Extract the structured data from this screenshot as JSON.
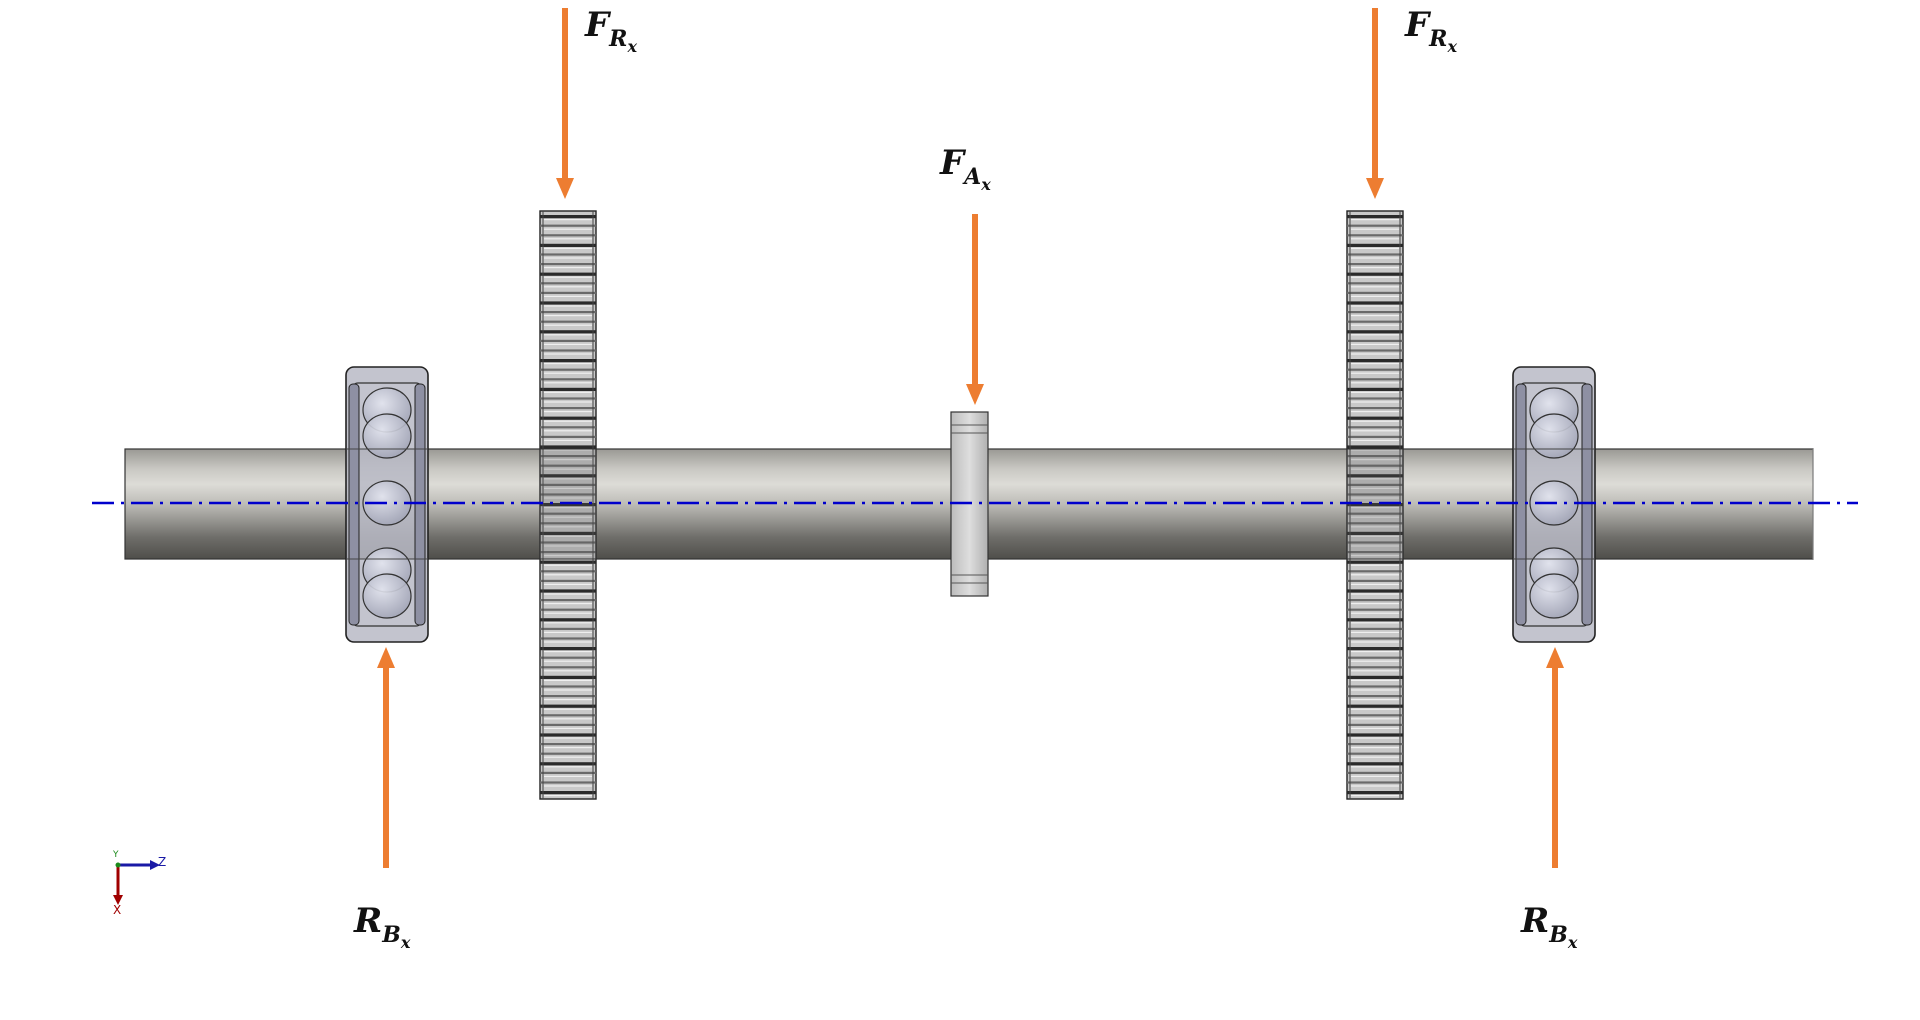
{
  "labels": {
    "fr_left": {
      "main": "F",
      "sub": "R",
      "subsub": "x"
    },
    "fr_right": {
      "main": "F",
      "sub": "R",
      "subsub": "x"
    },
    "fa": {
      "main": "F",
      "sub": "A",
      "subsub": "x"
    },
    "rb_left": {
      "main": "R",
      "sub": "B",
      "subsub": "x"
    },
    "rb_right": {
      "main": "R",
      "sub": "B",
      "subsub": "x"
    }
  },
  "triad": {
    "z": "Z",
    "y": "Y",
    "x": "X"
  },
  "colors": {
    "arrow": "#ED7D31",
    "centerline": "#0000CC",
    "shaft_dark": "#5a5955",
    "shaft_light": "#d9d8d3",
    "gear": "#c9c9c9",
    "bearing": "#b9bac5",
    "ball": "#c2c4d3",
    "triad_z": "#1a1aa6",
    "triad_x": "#a00000",
    "triad_y": "#1a8a1a"
  },
  "icons": [
    "coordinate-triad-icon"
  ]
}
